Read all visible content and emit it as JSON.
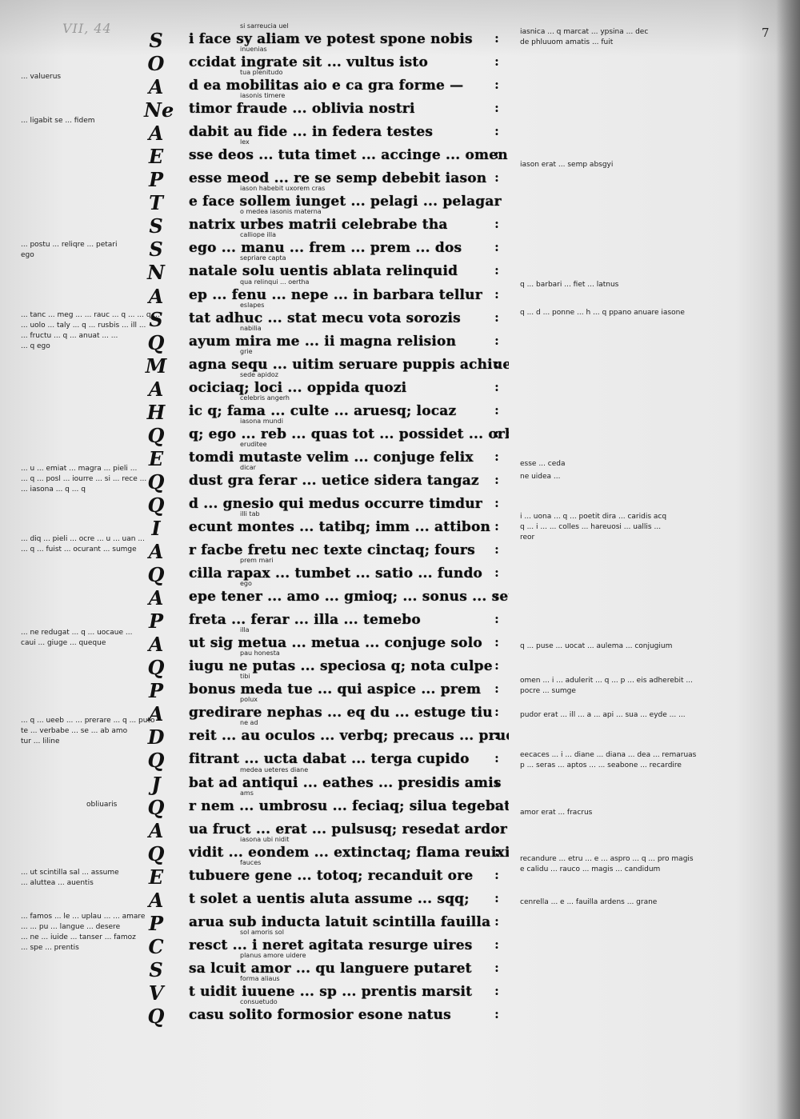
{
  "page": {
    "shelfmark": "VII, 44",
    "folio_number": "7"
  },
  "lines": [
    {
      "initial": "S",
      "text": "i face sy aliam ve potest spone nobis",
      "gloss": "si sarreucia   uel"
    },
    {
      "initial": "O",
      "text": "ccidat ingrate sit ... vultus isto",
      "gloss": "inuenias"
    },
    {
      "initial": "A",
      "text": "d ea mobilitas aio e ca gra forme —",
      "gloss": "tua   plenitudo"
    },
    {
      "initial": "Ne",
      "text": "timor fraude ... oblivia nostri",
      "gloss": "iasonis   timere"
    },
    {
      "initial": "A",
      "text": "dabit au fide ... in federa testes",
      "gloss": ""
    },
    {
      "initial": "E",
      "text": "sse deos ... tuta timet ... accinge ... omen",
      "gloss": "lex"
    },
    {
      "initial": "P",
      "text": "esse meod ... re se semp debebit iason",
      "gloss": ""
    },
    {
      "initial": "T",
      "text": "e face sollem iunget ... pelagi ... pelagar",
      "gloss": "iason habebit uxorem   cras"
    },
    {
      "initial": "S",
      "text": "natrix urbes matrii celebrabe tha",
      "gloss": "o medea iasonis   materna"
    },
    {
      "initial": "S",
      "text": "ego ... manu ... frem ... prem ... dos",
      "gloss": "calliope   illa"
    },
    {
      "initial": "N",
      "text": "natale solu uentis ablata relinquid",
      "gloss": "sepriare   capta"
    },
    {
      "initial": "A",
      "text": "ep ... fenu ... nepe ... in barbara tellur",
      "gloss": "qua relinqui ... oertha"
    },
    {
      "initial": "S",
      "text": "tat adhuc ... stat mecu vota sorozis",
      "gloss": "eslapes"
    },
    {
      "initial": "Q",
      "text": "ayum mira me ... ii magna relision",
      "gloss": "nabilia"
    },
    {
      "initial": "M",
      "text": "agna sequ ... uitim seruare puppis achiue",
      "gloss": "grie"
    },
    {
      "initial": "A",
      "text": "ociciaq; loci ... oppida quozi",
      "gloss": "sede   apidoz"
    },
    {
      "initial": "H",
      "text": "ic q; fama ... culte ... aruesq; locaz",
      "gloss": "celebris   angerh"
    },
    {
      "initial": "Q",
      "text": "q; ego ... reb ... quas tot ... possidet ... orbis",
      "gloss": "iasona   mundi"
    },
    {
      "initial": "E",
      "text": "tomdi mutaste velim ... conjuge felix",
      "gloss": "eruditee"
    },
    {
      "initial": "Q",
      "text": "dust gra ferar ... uetice sidera tangaz",
      "gloss": "dicar"
    },
    {
      "initial": "Q",
      "text": "d ... gnesio qui medus occurre timdur",
      "gloss": ""
    },
    {
      "initial": "I",
      "text": "ecunt montes ... tatibq; imm ... attibon",
      "gloss": "illi tab"
    },
    {
      "initial": "A",
      "text": "r facbe fretu nec texte cinctaq; fours",
      "gloss": ""
    },
    {
      "initial": "Q",
      "text": "cilla rapax ... tumbet ... satio ... fundo",
      "gloss": "prem   mari"
    },
    {
      "initial": "A",
      "text": "epe tener ... amo ... gmioq; ... sonus ... seur",
      "gloss": "ego"
    },
    {
      "initial": "P",
      "text": "freta ... ferar ... illa ... temebo",
      "gloss": ""
    },
    {
      "initial": "A",
      "text": "ut sig metua ... metua ... conjuge solo",
      "gloss": "illa"
    },
    {
      "initial": "Q",
      "text": "iugu ne putas ... speciosa q; nota culpe",
      "gloss": "pau   honesta"
    },
    {
      "initial": "P",
      "text": "bonus meda tue ... qui aspice ... prem",
      "gloss": "tibi"
    },
    {
      "initial": "A",
      "text": "gredirare nephas ... eq du ... estuge tiu",
      "gloss": "polux"
    },
    {
      "initial": "D",
      "text": "reit ... au oculos ... verbq; precaus ... prude",
      "gloss": "ne ad"
    },
    {
      "initial": "Q",
      "text": "fitrant ... ucta dabat ... terga cupido",
      "gloss": ""
    },
    {
      "initial": "J",
      "text": "bat ad antiqui ... eathes ... presidis amis",
      "gloss": "medea   ueteres   diane"
    },
    {
      "initial": "Q",
      "text": "r nem ... umbrosu ... feciaq; silua tegebat",
      "gloss": "ams"
    },
    {
      "initial": "A",
      "text": "ua fruct ... erat ... pulsusq; resedat ardor",
      "gloss": ""
    },
    {
      "initial": "Q",
      "text": "vidit ... eondem ... extinctaq; flama reuixit",
      "gloss": "iasona   ubi nidit"
    },
    {
      "initial": "E",
      "text": "tubuere gene ... totoq; recanduit ore",
      "gloss": "fauces"
    },
    {
      "initial": "A",
      "text": "t solet a uentis aluta assume ... sqq;",
      "gloss": ""
    },
    {
      "initial": "P",
      "text": "arua sub inducta latuit scintilla fauilla",
      "gloss": ""
    },
    {
      "initial": "C",
      "text": "resct ... i neret agitata resurge uires",
      "gloss": "sol   amoris sol"
    },
    {
      "initial": "S",
      "text": "sa lcuit amor ... qu languere putaret",
      "gloss": "planus   amore   uidere"
    },
    {
      "initial": "V",
      "text": "t uidit iuuene ... sp ... prentis marsit",
      "gloss": "forma   aliaus"
    },
    {
      "initial": "Q",
      "text": "casu solito formosior esone natus",
      "gloss": "consuetudo"
    }
  ],
  "notes_right": [
    "iasnica ... q marcat ... ypsina ... dec\nde phluuom amatis ... fuit",
    "iason erat ... semp absgyi",
    "q ... barbari ... fiet ... latnus",
    "q ... d ... ponne ... h ... q ppano anuare iasone",
    "esse ... ceda",
    "ne uidea ...",
    "i ... uona ... q ... poetit dira ... caridis acq\nq ... i ... ... colles ... hareuosi ... uallis ...\nreor",
    "q ... puse ... uocat ... aulema ... conjugium",
    "omen ... i ... adulerit ... q ... p ... eis adherebit ...\npocre ... sumge",
    "pudor erat ... ill ... a ... api ... sua ... eyde ... ...",
    "eecaces ... i ... diane ... diana ... dea ... remaruas\np ... seras ... aptos ... ... seabone ... recardire",
    "amor erat ... fracrus",
    "recandure ... etru ... e ... aspro ... q ... pro magis\ne calidu ... rauco ... magis ... candidum",
    "cenrella ... e ... fauilla ardens ... grane"
  ],
  "notes_left": [
    "... valuerus",
    "... ligabit se ... fidem",
    "... postu ... reliqre ... petari\nego",
    "... tanc ... meg ... ... rauc ... q ... ... q ...\n... uolo ... taly ... q ... rusbis ... ill ...\n... fructu ... q ... anuat ... ... \n... q ego",
    "... u ... emiat ... magra ... pieli ...\n... q ... posl ... iourre ... si ... rece ...\n... iasona ... q ... q",
    "... diq ... pieli ... ocre ... u ... uan ...\n... q ... fuist ... ocurant ... sumge",
    "... ne redugat ... q ... uocaue ...\ncaui ... giuge ... queque",
    "... q ... ueeb ... ... prerare ... q ... puto\nte ... verbabe ... se ... ab amo\ntur ... liline",
    "obliuaris",
    "... ut scintilla sal ... assume\n... aluttea ... auentis",
    "... famos ... le ... uplau ... ... amare\n... ... pu ... langue ... desere\n... ne ... iuide ... tanser ... famoz\n... spe ... prentis"
  ]
}
